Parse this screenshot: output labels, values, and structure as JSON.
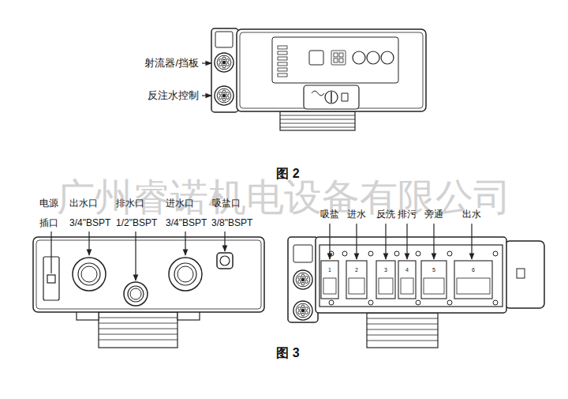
{
  "diagram": {
    "labels": [
      "射流器/挡板",
      "反注水控制",
      "图 2",
      "广州睿诺机电设备有限公司",
      "电源",
      "出水口",
      "排水口",
      "进水口",
      "吸盐口",
      "吸盐",
      "进水",
      "反洗",
      "排污",
      "旁通",
      "出水",
      "插口",
      "3/4\"BSPT",
      "1/2\"BSPT",
      "3/4\"BSPT",
      "3/8\"BSPT",
      "1",
      "2",
      "3",
      "4",
      "5",
      "6",
      "图 3"
    ]
  }
}
